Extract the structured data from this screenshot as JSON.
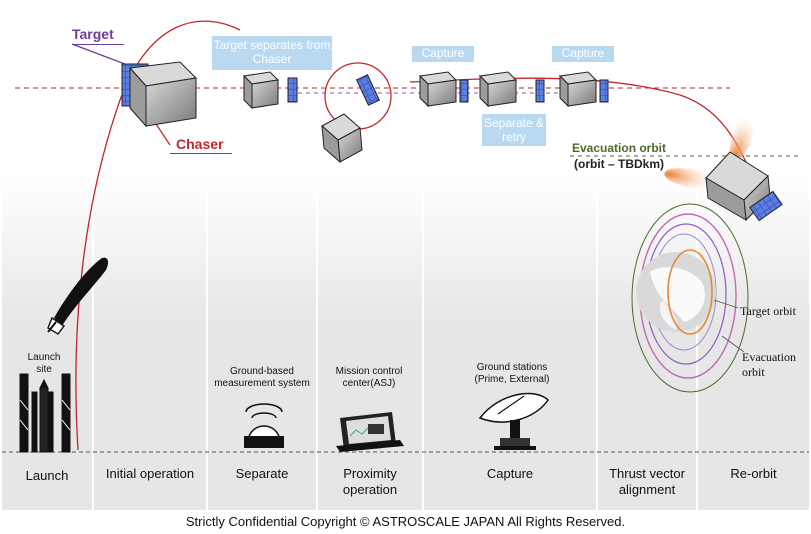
{
  "labels": {
    "target": "Target",
    "chaser": "Chaser",
    "target_separates": "Target separates from Chaser",
    "capture_1": "Capture",
    "capture_2": "Capture",
    "separate_retry": "Separate & retry",
    "evacuation_orbit": "Evacuation orbit",
    "evacuation_orbit_sub": "(orbit – TBDkm)",
    "launch_site": "Launch site",
    "ground_measurement": "Ground-based measurement system",
    "mission_control": "Mission control center(ASJ)",
    "ground_stations": "Ground stations (Prime, External)",
    "target_orbit": "Target orbit",
    "evacuation_orbit_legend": "Evacuation orbit"
  },
  "phases": [
    {
      "label": "Launch"
    },
    {
      "label": "Initial operation"
    },
    {
      "label": "Separate"
    },
    {
      "label": "Proximity operation"
    },
    {
      "label": "Capture"
    },
    {
      "label": "Thrust vector alignment"
    },
    {
      "label": "Re-orbit"
    }
  ],
  "footer": "Strictly Confidential Copyright © ASTROSCALE JAPAN All Rights Reserved.",
  "colors": {
    "target_purple": "#6a3d9a",
    "chaser_red": "#c0272d",
    "evac_green": "#4d6a2a",
    "label_blue": "#b9d9f0",
    "panel_gray": "#e4e4e4"
  }
}
